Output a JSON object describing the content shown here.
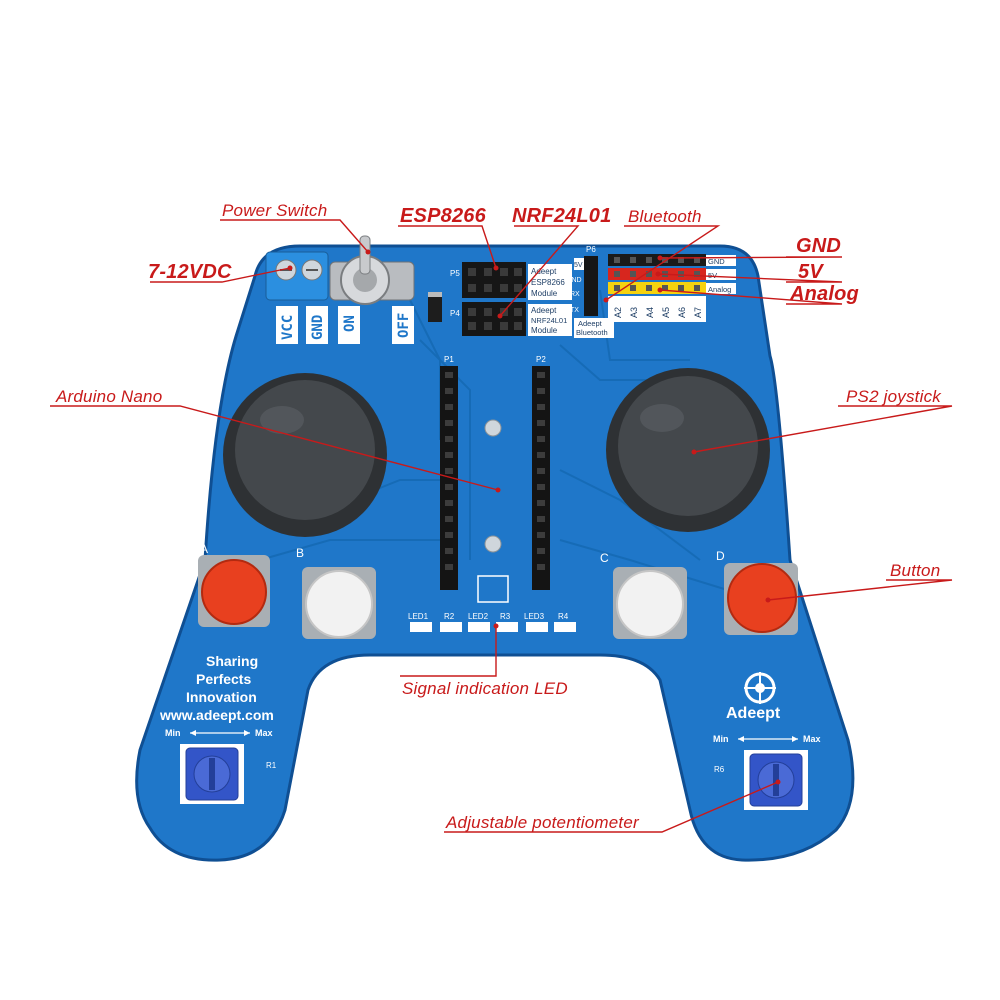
{
  "labels": {
    "power_switch": "Power Switch",
    "dc_input": "7-12VDC",
    "esp8266": "ESP8266",
    "nrf24l01": "NRF24L01",
    "bluetooth": "Bluetooth",
    "gnd": "GND",
    "five_v": "5V",
    "analog": "Analog",
    "arduino_nano": "Arduino Nano",
    "ps2_joystick": "PS2 joystick",
    "button": "Button",
    "signal_led": "Signal indication LED",
    "potentiometer": "Adjustable potentiometer"
  },
  "board": {
    "power_pins": [
      "VCC",
      "GND",
      "ON",
      "OFF"
    ],
    "module_esp": [
      "Adeept",
      "ESP8266",
      "Module"
    ],
    "module_nrf": [
      "Adeept",
      "NRF24L01",
      "Module"
    ],
    "bt_text": [
      "Adeept",
      "Bluetooth"
    ],
    "bt_pins": [
      "5V",
      "GND",
      "RX",
      "TX"
    ],
    "header_refs": [
      "P5",
      "P4",
      "P6",
      "P1",
      "P2"
    ],
    "analog_pins": [
      "A2",
      "A3",
      "A4",
      "A5",
      "A6",
      "A7"
    ],
    "rail_labels": [
      "GND",
      "5V",
      "Analog"
    ],
    "button_letters": [
      "A",
      "B",
      "C",
      "D"
    ],
    "led_labels": [
      "LED1",
      "R2",
      "LED2",
      "R3",
      "LED3",
      "R4"
    ],
    "slogan": [
      "Sharing",
      "Perfects",
      "Innovation",
      "www.adeept.com"
    ],
    "brand": "Adeept",
    "pot_left": {
      "min": "Min",
      "max": "Max",
      "ref": "R1"
    },
    "pot_right": {
      "min": "Min",
      "max": "Max",
      "ref": "R6"
    }
  },
  "colors": {
    "board": "#1f77c9",
    "board_edge": "#0f4f93",
    "callout": "#c81a1a",
    "button_red": "#e8401f",
    "button_white": "#f2f2f2",
    "joystick": "#3a3d40"
  }
}
